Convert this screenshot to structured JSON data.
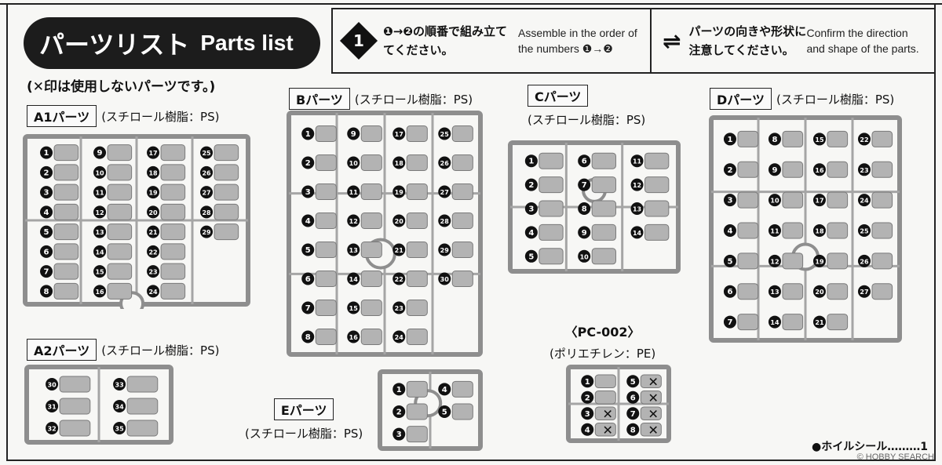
{
  "title": {
    "jp": "パーツリスト",
    "en": "Parts list"
  },
  "instruction_step": {
    "number": "1",
    "jp": "❶→❷の順番で組み立ててください。",
    "en": "Assemble in the order of the numbers ❶→❷"
  },
  "instruction_direction": {
    "symbol": "⇌",
    "jp": "パーツの向きや形状に注意してください。",
    "en": "Confirm the direction and shape of the parts."
  },
  "note": "(✕印は使用しないパーツです。)",
  "sections": {
    "a1": {
      "label": "A1パーツ",
      "material": "(スチロール樹脂：PS)",
      "numbers": [
        "1",
        "2",
        "3",
        "4",
        "5",
        "6",
        "7",
        "8",
        "9",
        "10",
        "11",
        "12",
        "13",
        "14",
        "15",
        "16",
        "17",
        "18",
        "19",
        "20",
        "21",
        "22",
        "23",
        "24",
        "25",
        "26",
        "27",
        "28",
        "29"
      ]
    },
    "a2": {
      "label": "A2パーツ",
      "material": "(スチロール樹脂：PS)",
      "numbers": [
        "30",
        "31",
        "32",
        "33",
        "34",
        "35"
      ]
    },
    "b": {
      "label": "Bパーツ",
      "material": "(スチロール樹脂：PS)",
      "numbers": [
        "1",
        "2",
        "3",
        "4",
        "5",
        "6",
        "7",
        "8",
        "9",
        "10",
        "11",
        "12",
        "13",
        "14",
        "15",
        "16",
        "17",
        "18",
        "19",
        "20",
        "21",
        "22",
        "23",
        "24",
        "25",
        "26",
        "27",
        "28",
        "29",
        "30"
      ]
    },
    "c": {
      "label": "Cパーツ",
      "material": "(スチロール樹脂：PS)",
      "numbers": [
        "1",
        "2",
        "3",
        "4",
        "5",
        "6",
        "7",
        "8",
        "9",
        "10",
        "11",
        "12",
        "13",
        "14"
      ]
    },
    "d": {
      "label": "Dパーツ",
      "material": "(スチロール樹脂：PS)",
      "numbers": [
        "1",
        "2",
        "3",
        "4",
        "5",
        "6",
        "7",
        "8",
        "9",
        "10",
        "11",
        "12",
        "13",
        "14",
        "15",
        "16",
        "17",
        "18",
        "19",
        "20",
        "21",
        "22",
        "23",
        "24",
        "25",
        "26",
        "27"
      ]
    },
    "e": {
      "label": "Eパーツ",
      "material": "(スチロール樹脂：PS)",
      "numbers": [
        "1",
        "2",
        "3",
        "4",
        "5"
      ]
    },
    "pc": {
      "label": "〈PC-002〉",
      "material": "(ポリエチレン：PE)",
      "numbers": [
        "1",
        "2",
        "3",
        "4",
        "5",
        "6",
        "7",
        "8"
      ]
    }
  },
  "wheel_seal": "●ホイルシール………1",
  "watermark": "© HOBBY SEARCH"
}
